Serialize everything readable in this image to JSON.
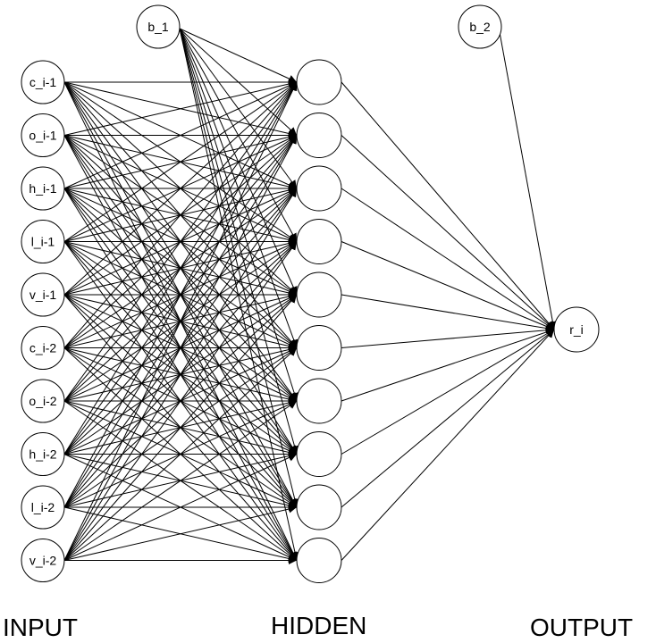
{
  "layers": {
    "input_label": "INPUT",
    "hidden_label": "HIDDEN",
    "output_label": "OUTPUT"
  },
  "input_nodes": [
    "c_i-1",
    "o_i-1",
    "h_i-1",
    "l_i-1",
    "v_i-1",
    "c_i-2",
    "o_i-2",
    "h_i-2",
    "l_i-2",
    "v_i-2"
  ],
  "bias_hidden": "b_1",
  "bias_output": "b_2",
  "hidden_node_count": 10,
  "output_node": "r_i",
  "colors": {
    "stroke": "#000000",
    "fill": "#ffffff",
    "text": "#000000"
  }
}
